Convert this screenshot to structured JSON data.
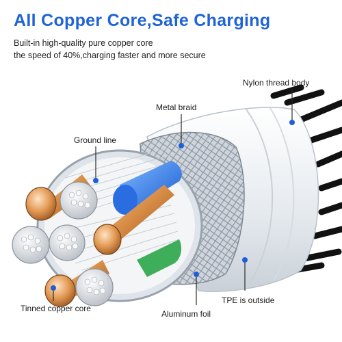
{
  "header": {
    "title": "All Copper Core,Safe Charging",
    "subtitle_line1": "Built-in high-quality pure copper core",
    "subtitle_line2": "the speed of 40%,charging faster and more secure"
  },
  "callouts": {
    "nylon": "Nylon thread body",
    "metal_braid": "Metal braid",
    "ground_line": "Ground line",
    "tpe": "TPE is outside",
    "aluminum_foil": "Aluminum foil",
    "tinned_copper": "Tinned copper core"
  },
  "colors": {
    "title": "#1f63d6",
    "accent": "#1e5fd8",
    "copper": "#d9924f",
    "jacket": "#eef2f5",
    "braid": "#b9c0c8",
    "ground_strand": "#dfe3e8"
  }
}
